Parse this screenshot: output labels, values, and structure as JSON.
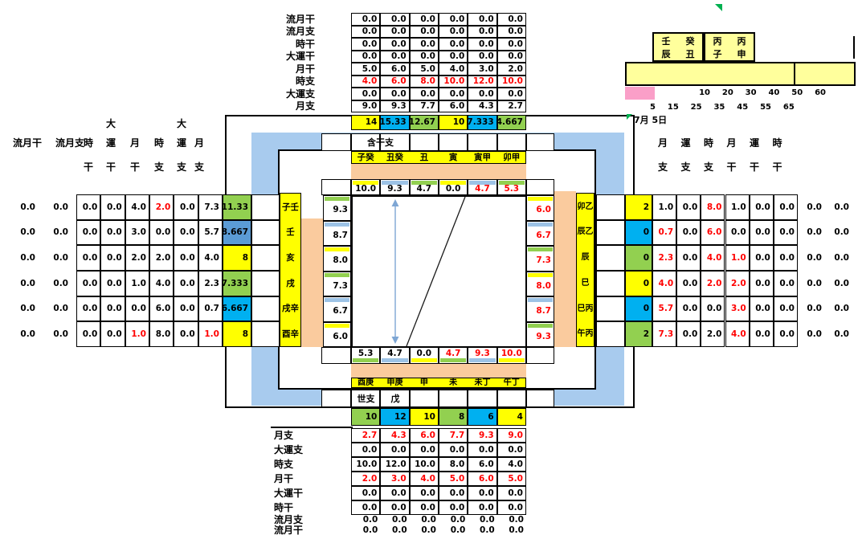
{
  "colors": {
    "yellow": "#FFFF00",
    "green": "#92D050",
    "cyan": "#00B0F0",
    "steel": "#5B9BD5",
    "strip_blue": "#9DC3E6",
    "ring_blue": "#A8CBEE",
    "arrow_blue": "#7EA6D4",
    "peach": "#FACB9E",
    "pink": "#FA9FC8",
    "pale_yellow": "#FFFF9C",
    "red": "#FF0000",
    "flag_green": "#00B050"
  },
  "top_table": {
    "rows": [
      {
        "label": "流月干",
        "values": [
          "0.0",
          "0.0",
          "0.0",
          "0.0",
          "0.0",
          "0.0"
        ],
        "red": []
      },
      {
        "label": "流月支",
        "values": [
          "0.0",
          "0.0",
          "0.0",
          "0.0",
          "0.0",
          "0.0"
        ],
        "red": []
      },
      {
        "label": "時干",
        "values": [
          "0.0",
          "0.0",
          "0.0",
          "0.0",
          "0.0",
          "0.0"
        ],
        "red": []
      },
      {
        "label": "大運干",
        "values": [
          "0.0",
          "0.0",
          "0.0",
          "0.0",
          "0.0",
          "0.0"
        ],
        "red": []
      },
      {
        "label": "月干",
        "values": [
          "5.0",
          "6.0",
          "5.0",
          "4.0",
          "3.0",
          "2.0"
        ],
        "red": []
      },
      {
        "label": "時支",
        "values": [
          "4.0",
          "6.0",
          "8.0",
          "10.0",
          "12.0",
          "10.0"
        ],
        "red": [
          0,
          1,
          2,
          3,
          4,
          5
        ]
      },
      {
        "label": "大運支",
        "values": [
          "0.0",
          "0.0",
          "0.0",
          "0.0",
          "0.0",
          "0.0"
        ],
        "red": []
      },
      {
        "label": "月支",
        "values": [
          "9.0",
          "9.3",
          "7.7",
          "6.0",
          "4.3",
          "2.7"
        ],
        "red": []
      }
    ],
    "summary": [
      {
        "text": "14",
        "bg": "yellow"
      },
      {
        "text": "15.33",
        "bg": "cyan"
      },
      {
        "text": "12.67",
        "bg": "green"
      },
      {
        "text": "10",
        "bg": "yellow"
      },
      {
        "text": "7.333",
        "bg": "cyan"
      },
      {
        "text": "4.667",
        "bg": "green"
      }
    ]
  },
  "bottom_table": {
    "rows": [
      {
        "label": "月支",
        "values": [
          "2.7",
          "4.3",
          "6.0",
          "7.7",
          "9.3",
          "9.0"
        ],
        "red": [
          0,
          1,
          2,
          3,
          4,
          5
        ],
        "bordered": true
      },
      {
        "label": "大運支",
        "values": [
          "0.0",
          "0.0",
          "0.0",
          "0.0",
          "0.0",
          "0.0"
        ],
        "red": [],
        "bordered": true
      },
      {
        "label": "時支",
        "values": [
          "10.0",
          "12.0",
          "10.0",
          "8.0",
          "6.0",
          "4.0"
        ],
        "red": [],
        "bordered": true
      },
      {
        "label": "月干",
        "values": [
          "2.0",
          "3.0",
          "4.0",
          "5.0",
          "6.0",
          "5.0"
        ],
        "red": [
          0,
          1,
          2,
          3,
          4,
          5
        ],
        "bordered": true
      },
      {
        "label": "大運干",
        "values": [
          "0.0",
          "0.0",
          "0.0",
          "0.0",
          "0.0",
          "0.0"
        ],
        "red": [],
        "bordered": true
      },
      {
        "label": "時干",
        "values": [
          "0.0",
          "0.0",
          "0.0",
          "0.0",
          "0.0",
          "0.0"
        ],
        "red": [],
        "bordered": true
      },
      {
        "label": "流月支",
        "values": [
          "0.0",
          "0.0",
          "0.0",
          "0.0",
          "0.0",
          "0.0"
        ],
        "red": [],
        "bordered": false
      },
      {
        "label": "流月干",
        "values": [
          "0.0",
          "0.0",
          "0.0",
          "0.0",
          "0.0",
          "0.0"
        ],
        "red": [],
        "bordered": false
      }
    ],
    "summary": [
      {
        "text": "10",
        "bg": "green"
      },
      {
        "text": "12",
        "bg": "cyan"
      },
      {
        "text": "10",
        "bg": "yellow"
      },
      {
        "text": "8",
        "bg": "green"
      },
      {
        "text": "6",
        "bg": "cyan"
      },
      {
        "text": "4",
        "bg": "yellow"
      }
    ]
  },
  "left_header": {
    "wide": [
      "流月干",
      "流月支"
    ],
    "cols": [
      {
        "top": "",
        "mid": "時",
        "bot": "干"
      },
      {
        "top": "大",
        "mid": "運",
        "bot": "干"
      },
      {
        "top": "",
        "mid": "月",
        "bot": "干"
      },
      {
        "top": "",
        "mid": "時",
        "bot": "支"
      },
      {
        "top": "大",
        "mid": "運",
        "bot": "支"
      },
      {
        "top": "",
        "mid": "月",
        "bot": "支"
      }
    ]
  },
  "right_header": {
    "cols": [
      {
        "mid": "月",
        "bot": "支"
      },
      {
        "mid": "運",
        "bot": "支"
      },
      {
        "mid": "時",
        "bot": "支"
      },
      {
        "mid": "月",
        "bot": "干"
      },
      {
        "mid": "運",
        "bot": "干"
      },
      {
        "mid": "時",
        "bot": "干"
      }
    ]
  },
  "left_block": {
    "rows": [
      {
        "outer": [
          "0.0",
          "0.0"
        ],
        "grid": [
          "0.0",
          "0.0",
          "4.0",
          "2.0",
          "0.0",
          "7.3"
        ],
        "red": [
          3
        ],
        "sum": "11.33",
        "sumbg": "green"
      },
      {
        "outer": [
          "0.0",
          "0.0"
        ],
        "grid": [
          "0.0",
          "0.0",
          "3.0",
          "0.0",
          "0.0",
          "5.7"
        ],
        "red": [],
        "sum": "8.667",
        "sumbg": "steel"
      },
      {
        "outer": [
          "0.0",
          "0.0"
        ],
        "grid": [
          "0.0",
          "0.0",
          "2.0",
          "2.0",
          "0.0",
          "4.0"
        ],
        "red": [],
        "sum": "8",
        "sumbg": "yellow"
      },
      {
        "outer": [
          "0.0",
          "0.0"
        ],
        "grid": [
          "0.0",
          "0.0",
          "1.0",
          "4.0",
          "0.0",
          "2.3"
        ],
        "red": [],
        "sum": "7.333",
        "sumbg": "green"
      },
      {
        "outer": [
          "0.0",
          "0.0"
        ],
        "grid": [
          "0.0",
          "0.0",
          "0.0",
          "6.0",
          "0.0",
          "0.7"
        ],
        "red": [],
        "sum": "6.667",
        "sumbg": "cyan"
      },
      {
        "outer": [
          "0.0",
          "0.0"
        ],
        "grid": [
          "0.0",
          "0.0",
          "1.0",
          "8.0",
          "0.0",
          "1.0"
        ],
        "red": [
          2,
          5
        ],
        "sum": "8",
        "sumbg": "yellow"
      }
    ]
  },
  "right_block": {
    "rows": [
      {
        "sum": "2",
        "sumbg": "yellow",
        "grid": [
          "1.0",
          "0.0",
          "8.0",
          "1.0",
          "0.0",
          "0.0"
        ],
        "red": [
          2
        ],
        "outer": [
          "0.0",
          "0.0"
        ]
      },
      {
        "sum": "0",
        "sumbg": "cyan",
        "grid": [
          "0.7",
          "0.0",
          "6.0",
          "0.0",
          "0.0",
          "0.0"
        ],
        "red": [
          0,
          2
        ],
        "outer": [
          "0.0",
          "0.0"
        ]
      },
      {
        "sum": "0",
        "sumbg": "green",
        "grid": [
          "2.3",
          "0.0",
          "4.0",
          "1.0",
          "0.0",
          "0.0"
        ],
        "red": [
          0,
          2,
          3
        ],
        "outer": [
          "0.0",
          "0.0"
        ]
      },
      {
        "sum": "0",
        "sumbg": "yellow",
        "grid": [
          "4.0",
          "0.0",
          "2.0",
          "2.0",
          "0.0",
          "0.0"
        ],
        "red": [
          0,
          2,
          3
        ],
        "outer": [
          "0.0",
          "0.0"
        ]
      },
      {
        "sum": "0",
        "sumbg": "cyan",
        "grid": [
          "5.7",
          "0.0",
          "0.0",
          "3.0",
          "0.0",
          "0.0"
        ],
        "red": [
          0,
          3
        ],
        "outer": [
          "0.0",
          "0.0"
        ]
      },
      {
        "sum": "2",
        "sumbg": "green",
        "grid": [
          "7.3",
          "0.0",
          "2.0",
          "4.0",
          "0.0",
          "0.0"
        ],
        "red": [
          0,
          3
        ],
        "outer": [
          "0.0",
          "0.0"
        ]
      }
    ]
  },
  "center": {
    "hgz_label": "含干支",
    "shizhi_label": "世支",
    "shizhi_value": "戊",
    "top_branches": [
      "子癸",
      "丑癸",
      "丑",
      "寅",
      "寅甲",
      "卯甲"
    ],
    "bottom_branches": [
      "酉庚",
      "申庚",
      "申",
      "未",
      "未丁",
      "午丁"
    ],
    "left_labels": [
      "子壬",
      "壬",
      "亥",
      "戌",
      "戌辛",
      "酉辛"
    ],
    "right_labels": [
      "卯乙",
      "辰乙",
      "辰",
      "巳",
      "巳丙",
      "午丙"
    ],
    "top_values": [
      {
        "v": "10.0",
        "red": false,
        "strip": "yellow"
      },
      {
        "v": "9.3",
        "red": false,
        "strip": "blue"
      },
      {
        "v": "4.7",
        "red": false,
        "strip": "green"
      },
      {
        "v": "0.0",
        "red": false,
        "strip": "yellow"
      },
      {
        "v": "4.7",
        "red": true,
        "strip": "blue"
      },
      {
        "v": "5.3",
        "red": true,
        "strip": "green"
      }
    ],
    "bottom_values": [
      {
        "v": "5.3",
        "red": false,
        "strip": "green"
      },
      {
        "v": "4.7",
        "red": false,
        "strip": "blue"
      },
      {
        "v": "0.0",
        "red": false,
        "strip": "yellow"
      },
      {
        "v": "4.7",
        "red": true,
        "strip": "green"
      },
      {
        "v": "9.3",
        "red": true,
        "strip": "blue"
      },
      {
        "v": "10.0",
        "red": true,
        "strip": "yellow"
      }
    ],
    "left_values": [
      {
        "v": "9.3",
        "red": false,
        "strip": "green"
      },
      {
        "v": "8.7",
        "red": false,
        "strip": "blue"
      },
      {
        "v": "8.0",
        "red": false,
        "strip": "yellow"
      },
      {
        "v": "7.3",
        "red": false,
        "strip": "green"
      },
      {
        "v": "6.7",
        "red": false,
        "strip": "blue"
      },
      {
        "v": "6.0",
        "red": false,
        "strip": "yellow"
      }
    ],
    "right_values": [
      {
        "v": "6.0",
        "red": true,
        "strip": "yellow"
      },
      {
        "v": "6.7",
        "red": true,
        "strip": "blue"
      },
      {
        "v": "7.3",
        "red": true,
        "strip": "green"
      },
      {
        "v": "8.0",
        "red": true,
        "strip": "yellow"
      },
      {
        "v": "8.7",
        "red": true,
        "strip": "blue"
      },
      {
        "v": "9.3",
        "red": true,
        "strip": "green"
      }
    ]
  },
  "top_right": {
    "pillars": [
      {
        "stem": "壬",
        "branch": "辰"
      },
      {
        "stem": "癸",
        "branch": "丑"
      },
      {
        "stem": "丙",
        "branch": "子"
      },
      {
        "stem": "丙",
        "branch": "申"
      }
    ],
    "decade_row1": [
      "10",
      "20",
      "30",
      "40",
      "50",
      "60"
    ],
    "decade_row2": [
      "5",
      "15",
      "25",
      "35",
      "45",
      "55",
      "65"
    ],
    "date": "7月 5日"
  }
}
